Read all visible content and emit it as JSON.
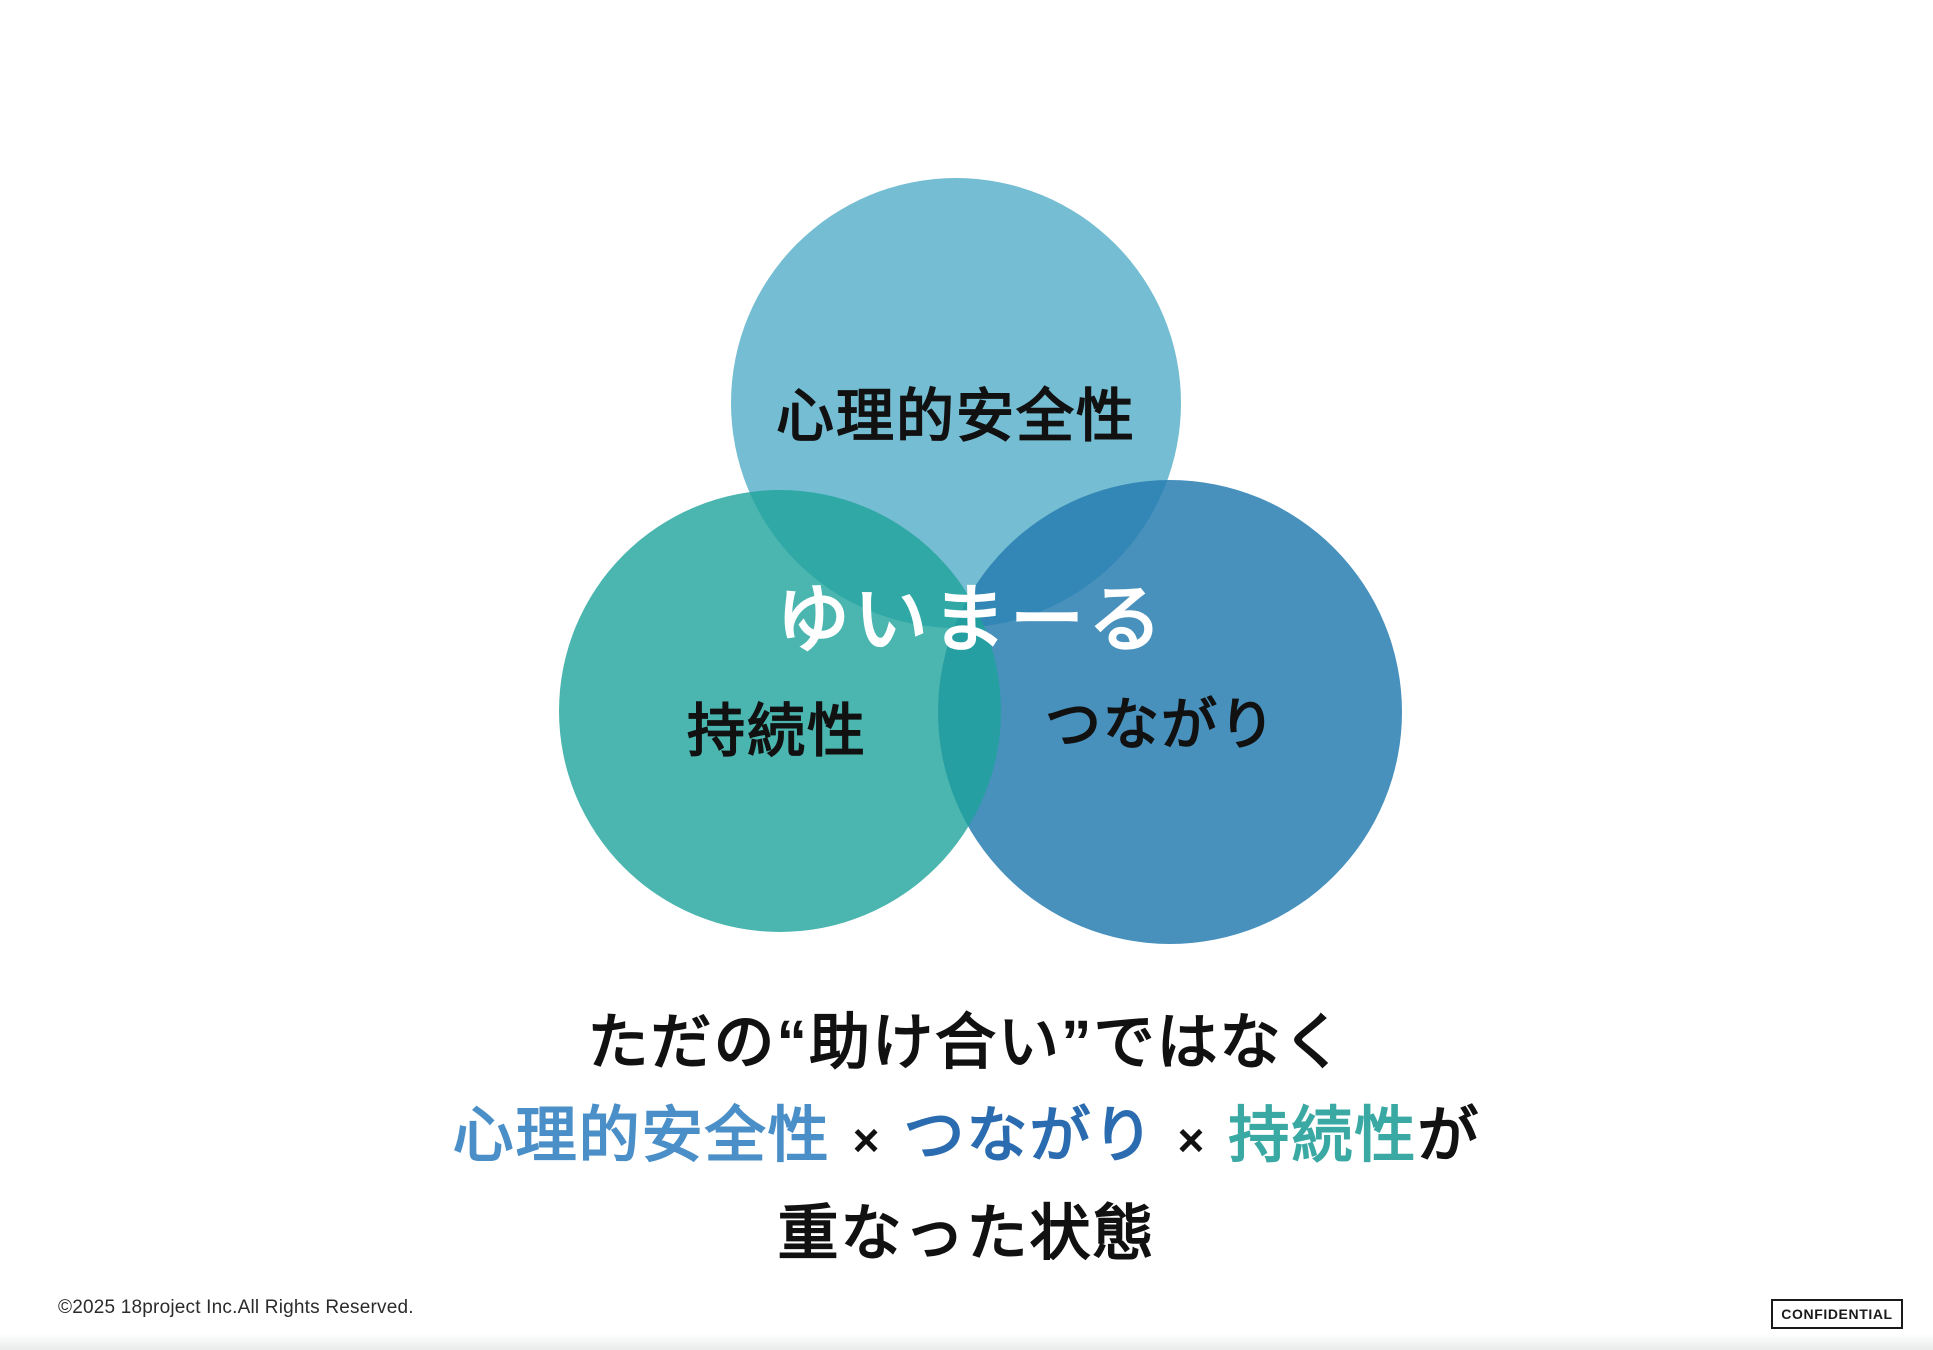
{
  "venn": {
    "center_label": "ゆいまーる",
    "circles": [
      {
        "id": "psychological-safety",
        "label": "心理的安全性",
        "color": "#74bdd2"
      },
      {
        "id": "sustainability",
        "label": "持続性",
        "color": "rgba(30,163,155,0.8)"
      },
      {
        "id": "connection",
        "label": "つながり",
        "color": "rgba(40,126,178,0.85)"
      }
    ]
  },
  "caption": {
    "line1": "ただの“助け合い”ではなく",
    "line2_parts": [
      {
        "text": "心理的安全性",
        "color": "#4a8fc7"
      },
      {
        "text": "×",
        "color": "#111111"
      },
      {
        "text": "つながり",
        "color": "#2b6cb0"
      },
      {
        "text": "×",
        "color": "#111111"
      },
      {
        "text": "持続性",
        "color": "#3aa8a3"
      },
      {
        "text": "が",
        "color": "#111111"
      }
    ],
    "line3": "重なった状態"
  },
  "footer": {
    "copyright": "©2025 18project Inc.All Rights Reserved.",
    "confidential": "CONFIDENTIAL"
  }
}
